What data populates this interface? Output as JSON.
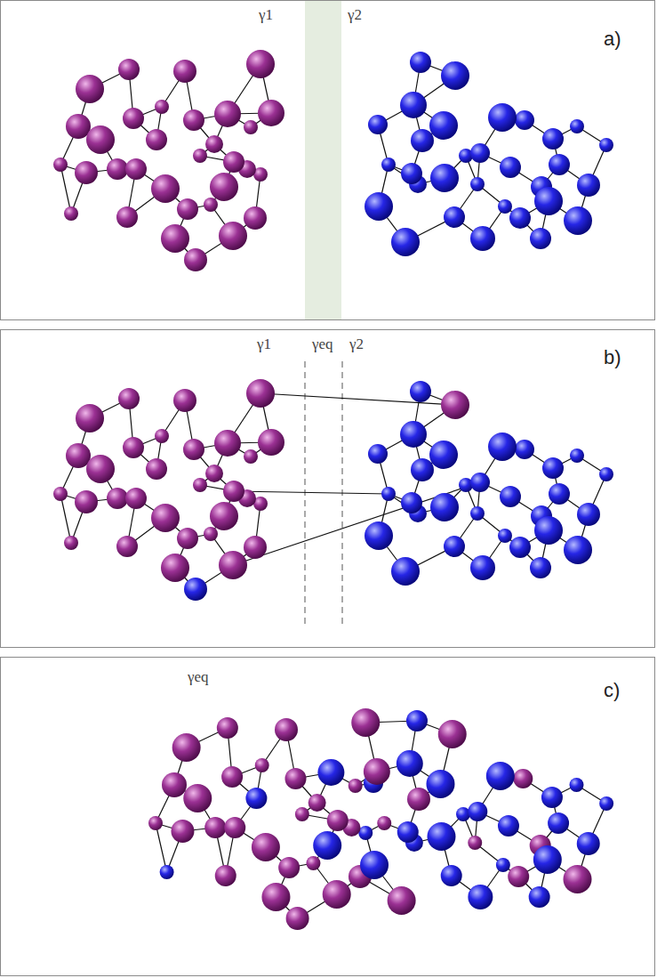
{
  "diagram": {
    "nodes": [
      {
        "text": [
          "γ1",
          "γ2",
          "a)"
        ]
      },
      {
        "text": [
          "γ1",
          "γeq",
          "γ2",
          "b)"
        ]
      },
      {
        "text": [
          "γeq",
          "c)"
        ]
      }
    ]
  }
}
